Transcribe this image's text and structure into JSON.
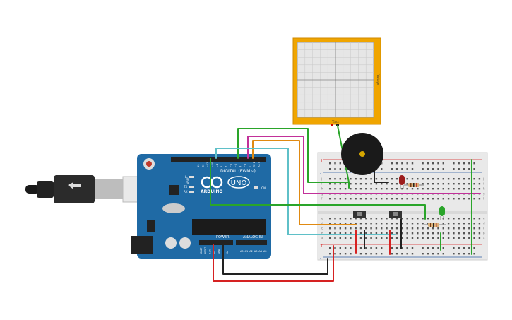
{
  "arduino": {
    "brand": "ARDUINO",
    "model": "UNO",
    "digital_label": "DIGITAL (PWM~)",
    "power_label": "POWER",
    "analog_label": "ANALOG IN",
    "on_label": "ON",
    "l_label": "L",
    "tx_label": "TX",
    "rx_label": "RX",
    "pin_aref": "AREF",
    "pin_gnd": "GND",
    "digital_pins": [
      "13",
      "12",
      "~11",
      "~10",
      "~9",
      "8",
      "7",
      "~6",
      "~5",
      "4",
      "~3",
      "2",
      "TX 1",
      "RX 0"
    ],
    "power_pins": [
      "IOREF",
      "RESET",
      "3.3V",
      "5V",
      "GND",
      "GND",
      "Vin"
    ],
    "analog_pins": [
      "A0",
      "A1",
      "A2",
      "A3",
      "A4",
      "A5"
    ]
  },
  "scope": {
    "top_label": "Time",
    "side_label": "Voltage"
  },
  "breadboard": {
    "row_letters_top": [
      "j",
      "i",
      "h",
      "g",
      "f"
    ],
    "row_letters_bottom": [
      "e",
      "d",
      "c",
      "b",
      "a"
    ],
    "plus": "+",
    "minus": "-",
    "col_numbers": [
      "1",
      "5",
      "10",
      "15",
      "20",
      "25",
      "30"
    ]
  },
  "colors": {
    "board": "#1f6aa5",
    "wire_green": "#2aa52a",
    "wire_magenta": "#c2309a",
    "wire_orange": "#e08a12",
    "wire_cyan": "#5fc0c8",
    "wire_red": "#d62222",
    "wire_black": "#222222"
  }
}
